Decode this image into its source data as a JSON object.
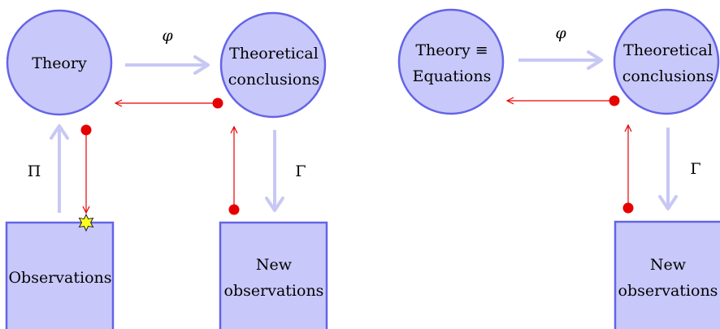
{
  "left_panel": {
    "theory": "Theory",
    "conclusions_line1": "Theoretical",
    "conclusions_line2": "conclusions",
    "observations": "Observations",
    "new_obs_line1": "New",
    "new_obs_line2": "observations",
    "phi": "φ",
    "pi": "Π",
    "gamma": "Γ"
  },
  "right_panel": {
    "theory_line1": "Theory ≡",
    "theory_line2": "Equations",
    "conclusions_line1": "Theoretical",
    "conclusions_line2": "conclusions",
    "new_obs_line1": "New",
    "new_obs_line2": "observations",
    "phi": "φ",
    "gamma": "Γ"
  },
  "colors": {
    "node_fill": "#c8c8fa",
    "node_stroke": "#6464e6",
    "thick_arrow": "#c8c8f5",
    "red": "#e60000",
    "star_fill": "#ffff1e"
  }
}
